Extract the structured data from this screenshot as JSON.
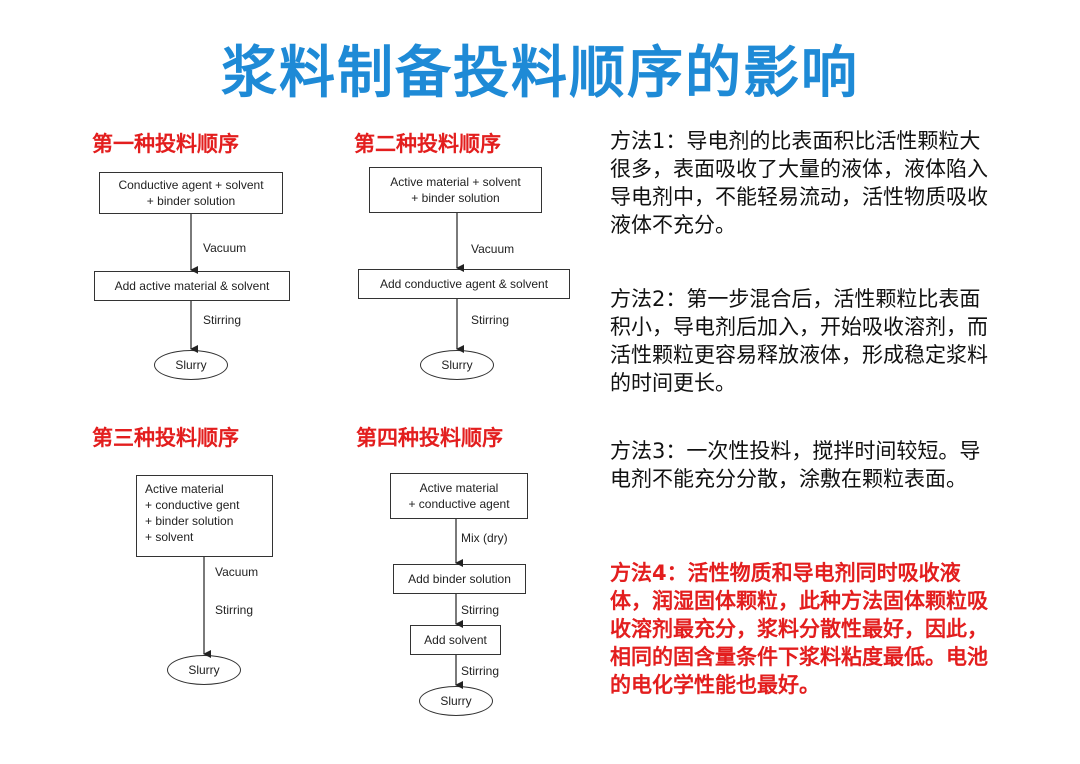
{
  "title": "浆料制备投料顺序的影响",
  "flows": [
    {
      "heading": "第一种投料顺序",
      "box1": [
        "Conductive agent + solvent",
        "+ binder solution"
      ],
      "step1": "Vacuum",
      "box2": [
        "Add active material & solvent"
      ],
      "step2": "Stirring",
      "end": "Slurry"
    },
    {
      "heading": "第二种投料顺序",
      "box1": [
        "Active material + solvent",
        "+ binder solution"
      ],
      "step1": "Vacuum",
      "box2": [
        "Add conductive agent & solvent"
      ],
      "step2": "Stirring",
      "end": "Slurry"
    },
    {
      "heading": "第三种投料顺序",
      "box1": [
        "Active material",
        "+ conductive gent",
        "+ binder solution",
        "+ solvent"
      ],
      "step1": "Vacuum",
      "step2": "Stirring",
      "end": "Slurry"
    },
    {
      "heading": "第四种投料顺序",
      "box1": [
        "Active material",
        "+ conductive agent"
      ],
      "step1": "Mix (dry)",
      "box2": [
        "Add binder solution"
      ],
      "step2": "Stirring",
      "box3": [
        "Add solvent"
      ],
      "step3": "Stirring",
      "end": "Slurry"
    }
  ],
  "methods": [
    {
      "text": "方法1：导电剂的比表面积比活性颗粒大很多，表面吸收了大量的液体，液体陷入导电剂中，不能轻易流动，活性物质吸收液体不充分。"
    },
    {
      "text": "方法2：第一步混合后，活性颗粒比表面积小，导电剂后加入，开始吸收溶剂，而活性颗粒更容易释放液体，形成稳定浆料的时间更长。"
    },
    {
      "text": "方法3：一次性投料，搅拌时间较短。导电剂不能充分分散，涂敷在颗粒表面。"
    },
    {
      "text": "方法4：活性物质和导电剂同时吸收液体，润湿固体颗粒，此种方法固体颗粒吸收溶剂最充分，浆料分散性最好，因此，相同的固含量条件下浆料粘度最低。电池的电化学性能也最好。"
    }
  ],
  "colors": {
    "title": "#1e8ad6",
    "highlight": "#e31e1e"
  }
}
